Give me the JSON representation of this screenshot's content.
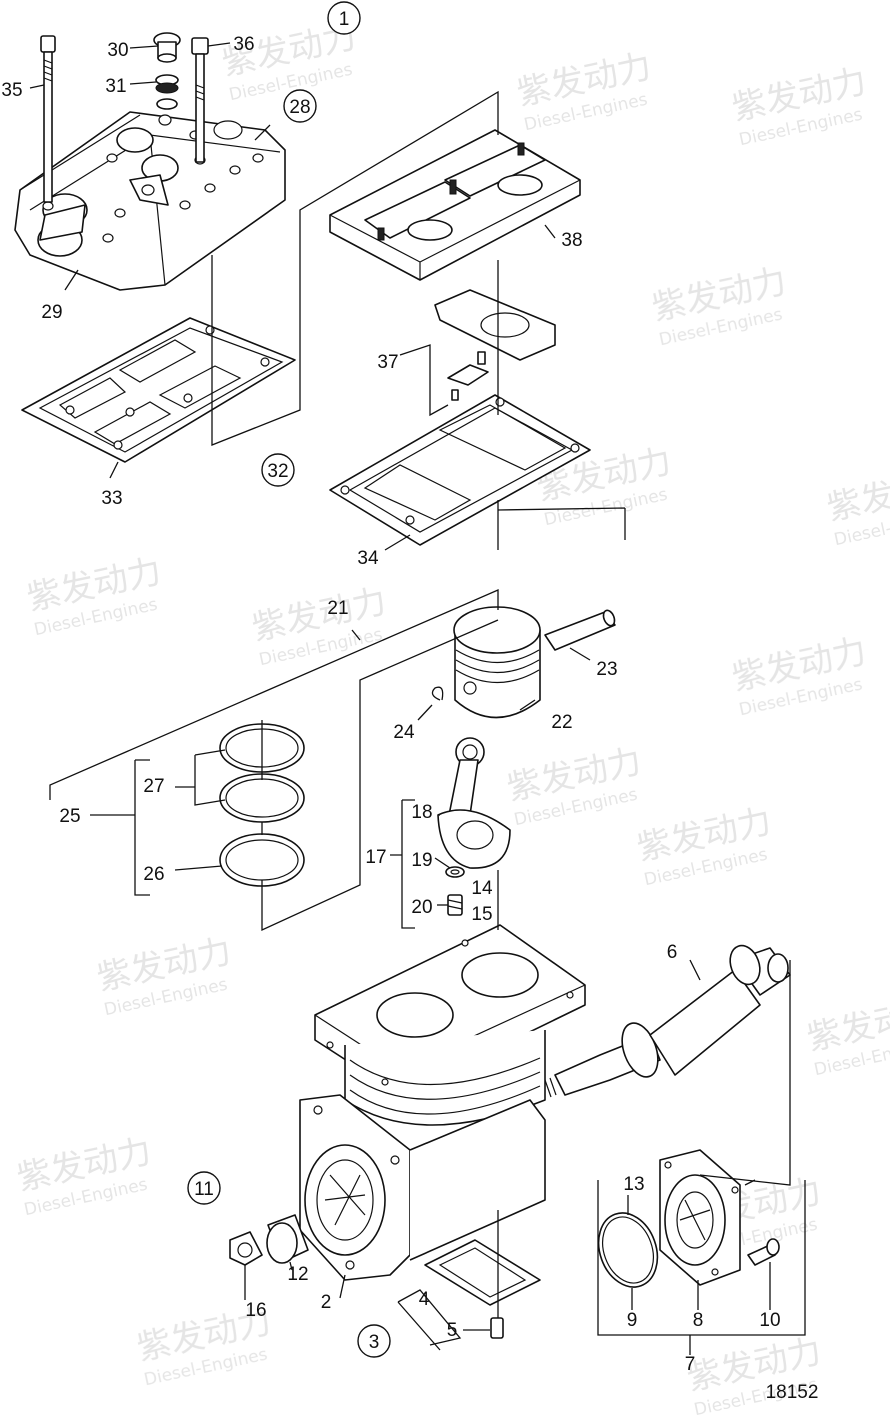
{
  "drawing_number": "18152",
  "watermark": {
    "brand_cn": "紫发动力",
    "brand_en": "Diesel-Engines"
  },
  "circled_labels": [
    "1",
    "28",
    "32",
    "11",
    "3"
  ],
  "part_labels": [
    "2",
    "4",
    "5",
    "6",
    "7",
    "8",
    "9",
    "10",
    "12",
    "13",
    "14",
    "15",
    "16",
    "17",
    "18",
    "19",
    "20",
    "21",
    "22",
    "23",
    "24",
    "25",
    "26",
    "27",
    "29",
    "30",
    "31",
    "33",
    "34",
    "35",
    "36",
    "37",
    "38"
  ]
}
